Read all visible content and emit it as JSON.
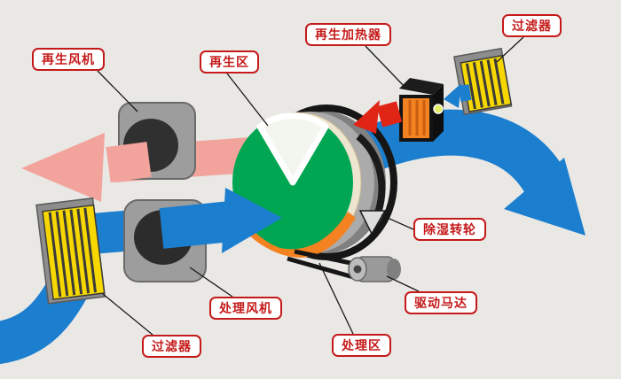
{
  "diagram": {
    "labels": {
      "regen_fan": "再生风机",
      "regen_zone": "再生区",
      "regen_heater": "再生加热器",
      "filter_top": "过滤器",
      "dehumid_wheel": "除湿转轮",
      "drive_motor": "驱动马达",
      "process_zone": "处理区",
      "process_fan": "处理风机",
      "filter_bottom": "过滤器"
    },
    "colors": {
      "background": "#e9e8e5",
      "process_air": "#1b7ece",
      "regen_exhaust": "#f2a49c",
      "hot_air": "#e02415",
      "wheel_face": "#00a651",
      "wheel_rim": "#ede5cf",
      "regen_sector": "#f2f6ee",
      "heater_front": "#f58220",
      "wheel_bottom": "#f58220",
      "filter_media": "#f6d800",
      "label_accent": "#c51a1a",
      "metal_gray": "#9d9d9d"
    }
  }
}
